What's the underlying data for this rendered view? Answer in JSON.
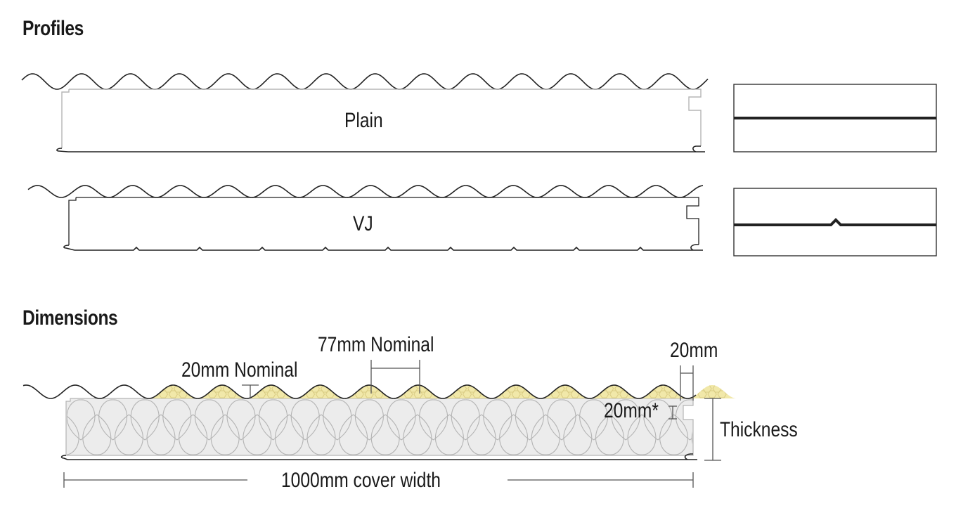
{
  "sections": {
    "profiles_title": "Profiles",
    "dimensions_title": "Dimensions"
  },
  "profiles": [
    {
      "name": "Plain",
      "edge_color": "#b5b5b5",
      "swatch": "flat-line"
    },
    {
      "name": "VJ",
      "edge_color": "#222222",
      "swatch": "v-joint-line"
    }
  ],
  "dimensions": {
    "rib_height": "20mm Nominal",
    "rib_pitch": "77mm Nominal",
    "overlap_width": "20mm",
    "joint_depth": "20mm*",
    "thickness": "Thickness",
    "cover_width": "1000mm cover width"
  },
  "colors": {
    "insulation_fill": "#ececec",
    "insulation_line": "#b4b4b4",
    "rib_fill": "#f1e8a9",
    "rib_line": "#d9cb83",
    "outline": "#222222"
  }
}
